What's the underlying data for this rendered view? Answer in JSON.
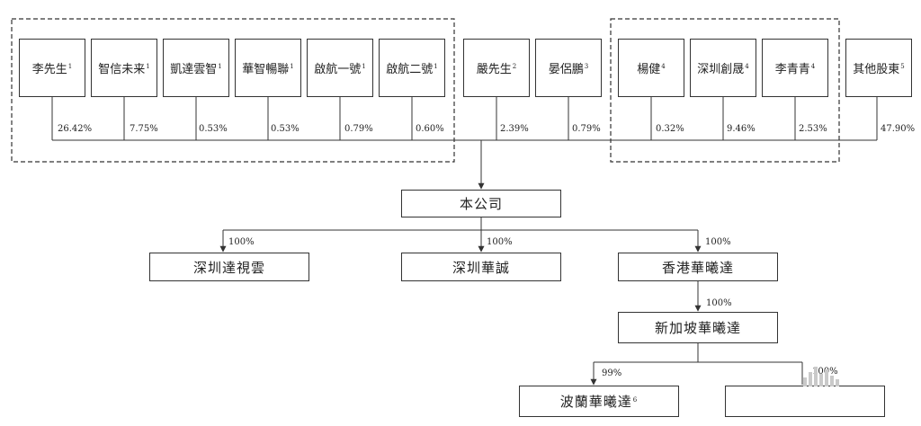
{
  "shareholders": [
    {
      "name": "李先生",
      "note": "1",
      "pct": "26.42%"
    },
    {
      "name": "智信未来",
      "note": "1",
      "pct": "7.75%"
    },
    {
      "name": "凱達雲智",
      "note": "1",
      "pct": "0.53%"
    },
    {
      "name": "華智暢聯",
      "note": "1",
      "pct": "0.53%"
    },
    {
      "name": "啟航一號",
      "note": "1",
      "pct": "0.79%"
    },
    {
      "name": "啟航二號",
      "note": "1",
      "pct": "0.60%"
    },
    {
      "name": "嚴先生",
      "note": "2",
      "pct": "2.39%"
    },
    {
      "name": "晏侶鵬",
      "note": "3",
      "pct": "0.79%"
    },
    {
      "name": "楊健",
      "note": "4",
      "pct": "0.32%"
    },
    {
      "name": "深圳創晟",
      "note": "4",
      "pct": "9.46%"
    },
    {
      "name": "李青青",
      "note": "4",
      "pct": "2.53%"
    },
    {
      "name": "其他股東",
      "note": "5",
      "pct": "47.90%"
    }
  ],
  "company": {
    "name": "本公司"
  },
  "subsidiaries": [
    {
      "name": "深圳達視雲",
      "pct": "100%"
    },
    {
      "name": "深圳華誠",
      "pct": "100%"
    },
    {
      "name": "香港華曦達",
      "pct": "100%"
    }
  ],
  "singapore": {
    "name": "新加坡華曦達",
    "pct": "100%"
  },
  "poland": {
    "name": "波蘭華曦達",
    "note": "6",
    "pct": "99%"
  },
  "unnamed_sub": {
    "pct": "100%"
  }
}
